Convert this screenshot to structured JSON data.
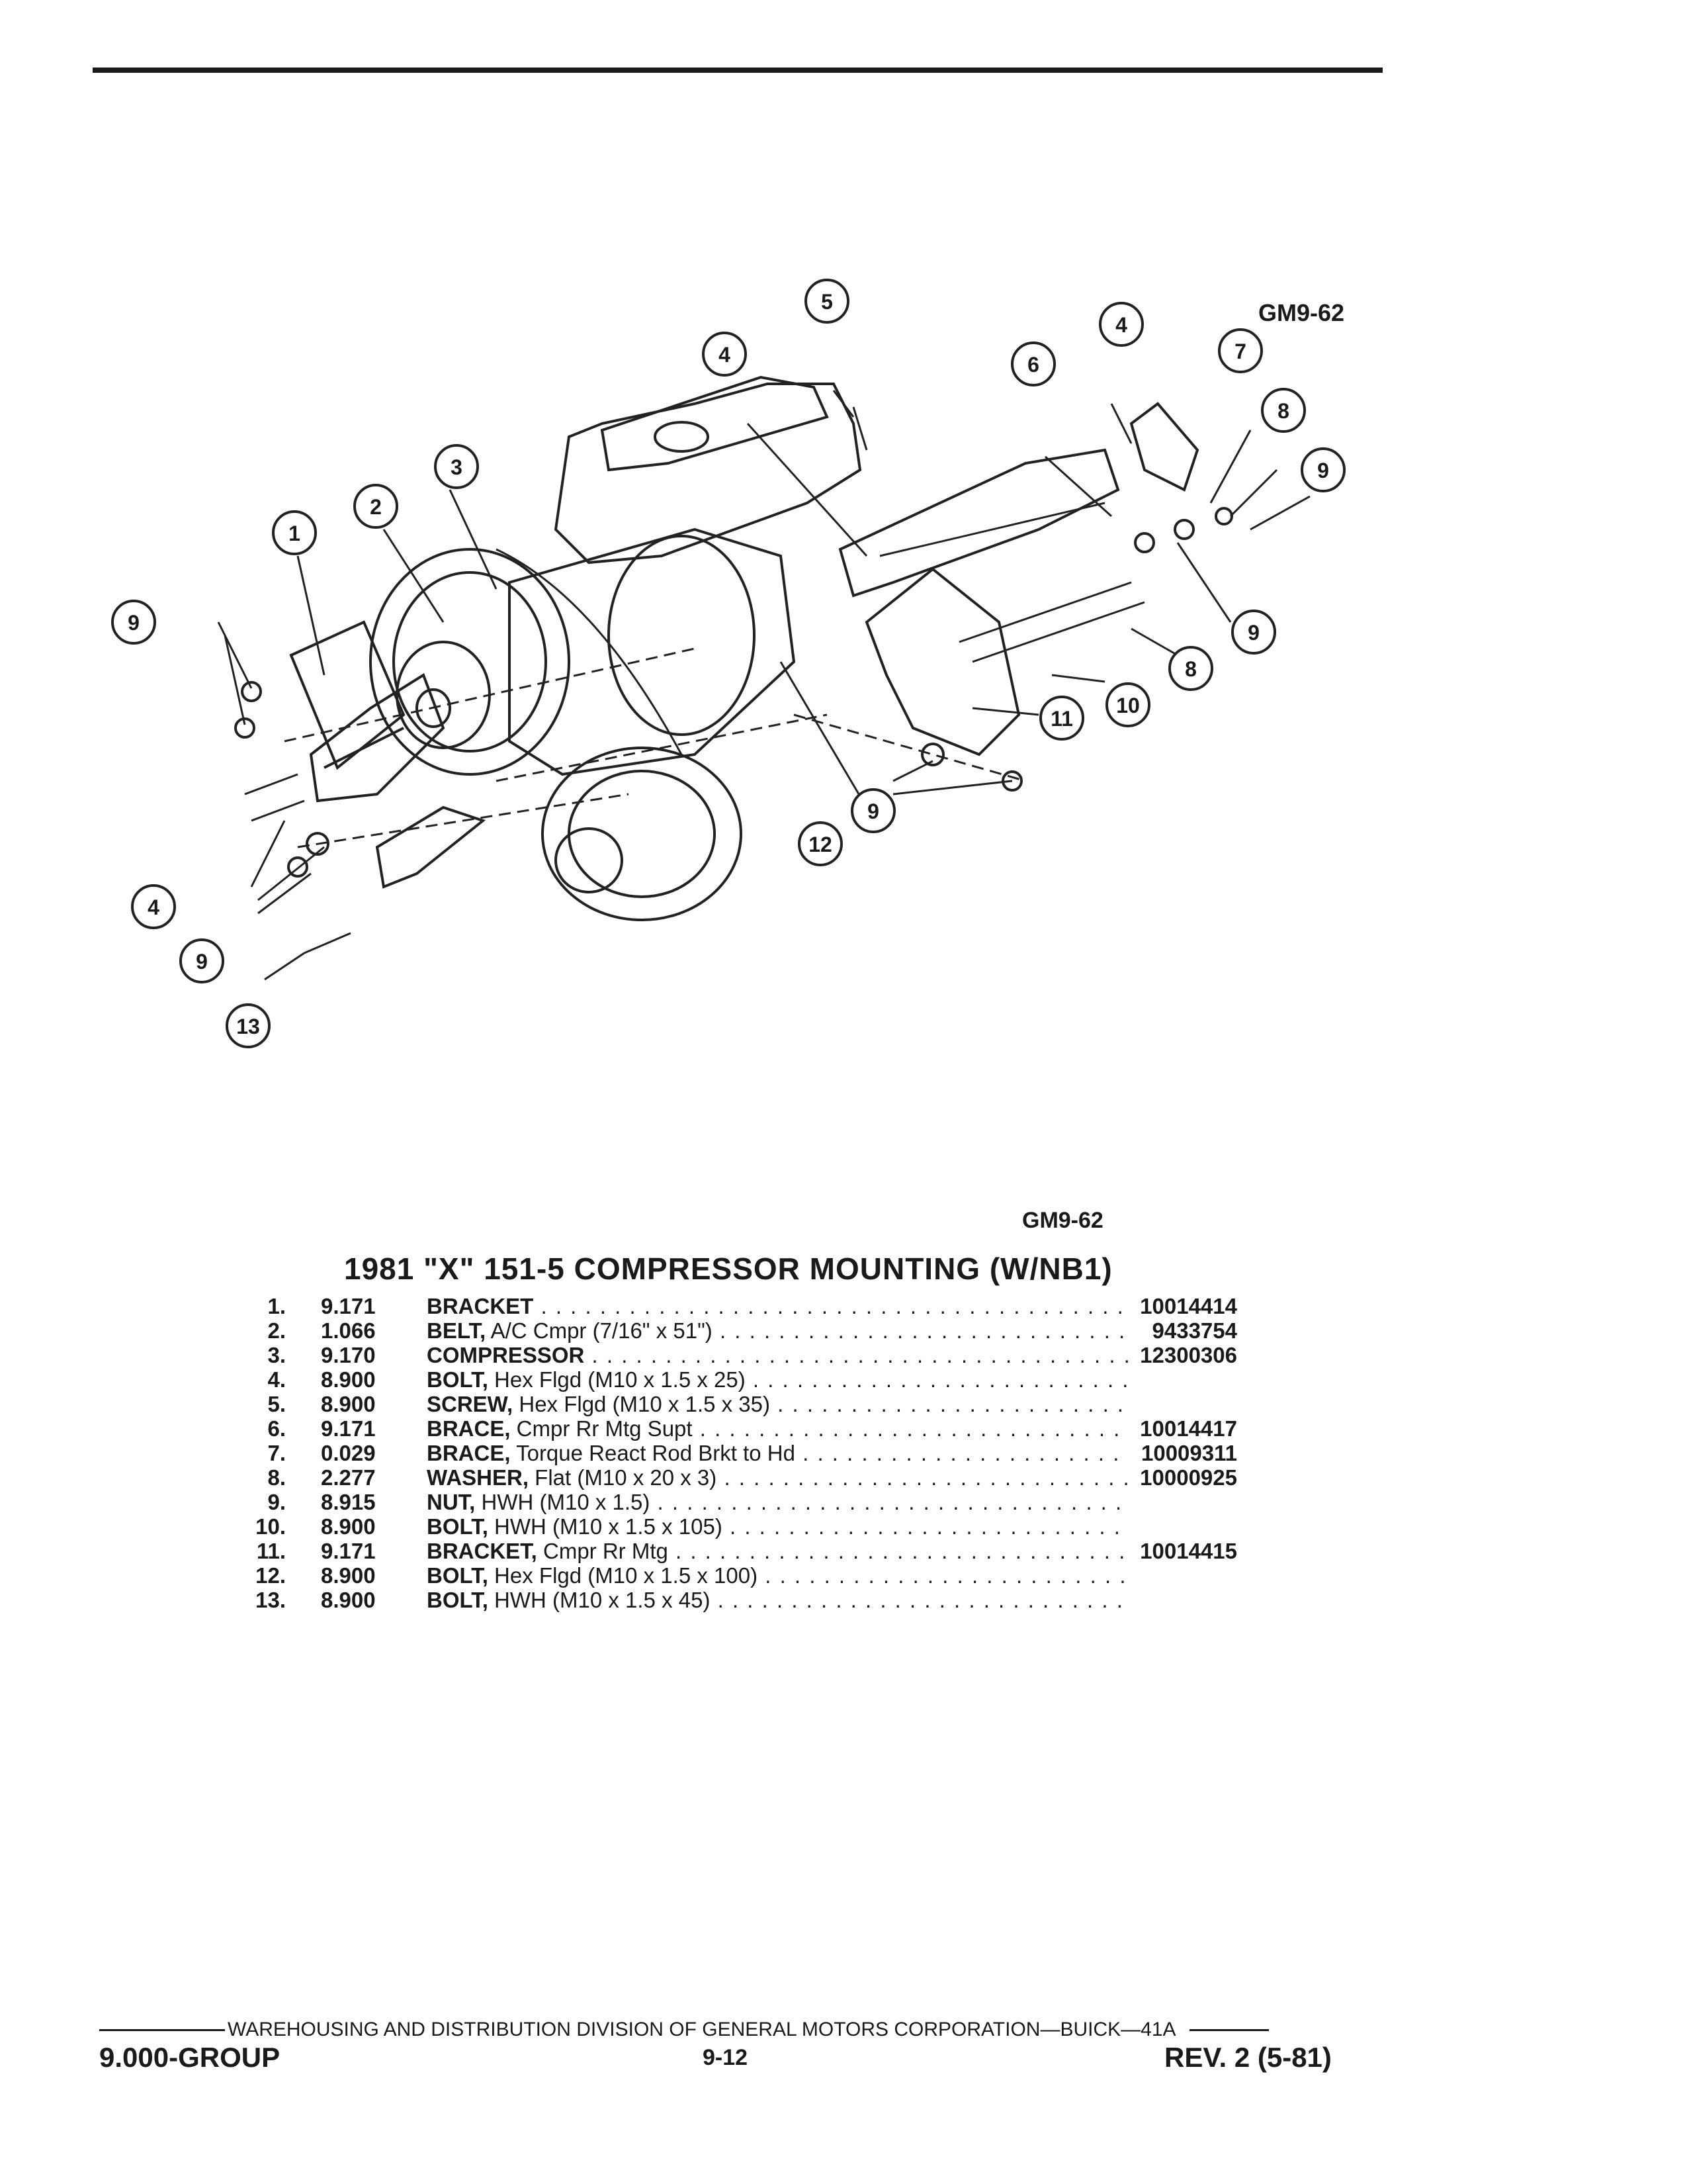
{
  "figure": {
    "id_top": "GM9-62",
    "id_bottom": "GM9-62",
    "callouts": [
      "1",
      "2",
      "3",
      "4",
      "5",
      "6",
      "7",
      "8",
      "9",
      "10",
      "11",
      "12",
      "13"
    ]
  },
  "parts": {
    "title": "1981 \"X\" 151-5 COMPRESSOR MOUNTING (W/NB1)",
    "rows": [
      {
        "num": "1.",
        "group": "9.171",
        "name": "BRACKET",
        "spec": "",
        "part": "10014414"
      },
      {
        "num": "2.",
        "group": "1.066",
        "name": "BELT,",
        "spec": " A/C Cmpr (7/16\" x 51\")",
        "part": "9433754"
      },
      {
        "num": "3.",
        "group": "9.170",
        "name": "COMPRESSOR",
        "spec": "",
        "part": "12300306"
      },
      {
        "num": "4.",
        "group": "8.900",
        "name": "BOLT,",
        "spec": " Hex Flgd (M10 x 1.5 x 25)",
        "part": ""
      },
      {
        "num": "5.",
        "group": "8.900",
        "name": "SCREW,",
        "spec": " Hex Flgd (M10 x 1.5 x 35)",
        "part": ""
      },
      {
        "num": "6.",
        "group": "9.171",
        "name": "BRACE,",
        "spec": " Cmpr Rr Mtg Supt",
        "part": "10014417"
      },
      {
        "num": "7.",
        "group": "0.029",
        "name": "BRACE,",
        "spec": " Torque React Rod Brkt to Hd",
        "part": "10009311"
      },
      {
        "num": "8.",
        "group": "2.277",
        "name": "WASHER,",
        "spec": " Flat (M10 x 20 x 3)",
        "part": "10000925"
      },
      {
        "num": "9.",
        "group": "8.915",
        "name": "NUT,",
        "spec": " HWH (M10 x 1.5)",
        "part": ""
      },
      {
        "num": "10.",
        "group": "8.900",
        "name": "BOLT,",
        "spec": " HWH (M10 x 1.5 x 105)",
        "part": ""
      },
      {
        "num": "11.",
        "group": "9.171",
        "name": "BRACKET,",
        "spec": " Cmpr Rr Mtg",
        "part": "10014415"
      },
      {
        "num": "12.",
        "group": "8.900",
        "name": "BOLT,",
        "spec": " Hex Flgd (M10 x 1.5 x 100)",
        "part": ""
      },
      {
        "num": "13.",
        "group": "8.900",
        "name": "BOLT,",
        "spec": " HWH (M10 x 1.5 x 45)",
        "part": ""
      }
    ]
  },
  "footer": {
    "division": "WAREHOUSING AND DISTRIBUTION  DIVISION OF GENERAL MOTORS CORPORATION—BUICK—41A",
    "group": "9.000-GROUP",
    "page": "9-12",
    "revision": "REV. 2 (5-81)"
  }
}
